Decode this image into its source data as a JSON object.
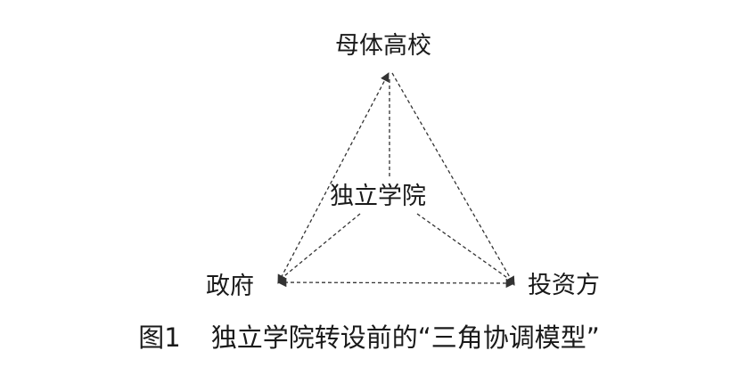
{
  "diagram": {
    "nodes": {
      "top": "母体高校",
      "center": "独立学院",
      "left": "政府",
      "right": "投资方"
    },
    "style": {
      "line_color": "#333333",
      "arrow_color": "#333333"
    }
  },
  "caption": {
    "figure_number": "图1",
    "title": "独立学院转设前的“三角协调模型”"
  }
}
